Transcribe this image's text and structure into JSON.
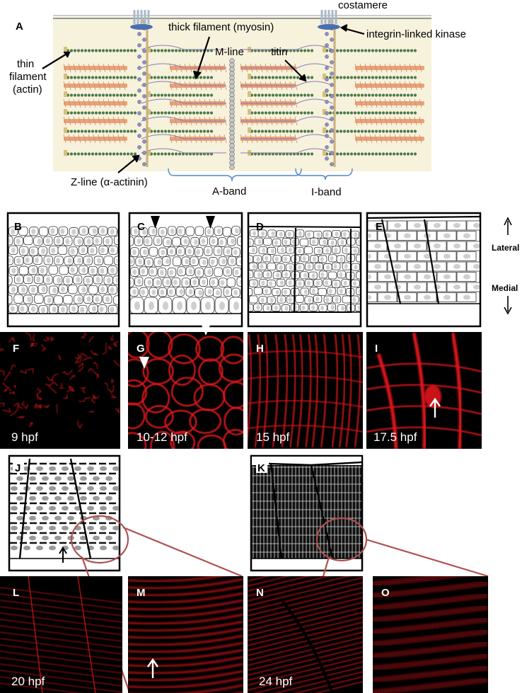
{
  "panel_a": {
    "letter": "A",
    "labels": {
      "costamere": "costamere",
      "thick_filament": "thick filament (myosin)",
      "integrin_kinase": "integrin-linked kinase",
      "m_line": "M-line",
      "titin": "titin",
      "thin_filament_1": "thin",
      "thin_filament_2": "filament",
      "thin_filament_3": "(actin)",
      "z_line": "Z-line (α-actinin)",
      "a_band": "A-band",
      "i_band": "I-band"
    }
  },
  "schematics": [
    {
      "letter": "B"
    },
    {
      "letter": "C"
    },
    {
      "letter": "D"
    },
    {
      "letter": "E"
    }
  ],
  "orientation": {
    "lateral": "Lateral",
    "medial": "Medial"
  },
  "micrographs_row1": [
    {
      "letter": "F",
      "time": "9 hpf"
    },
    {
      "letter": "G",
      "time": "10-12 hpf"
    },
    {
      "letter": "H",
      "time": "15 hpf"
    },
    {
      "letter": "I",
      "time": "17.5 hpf"
    }
  ],
  "schematics_row2": [
    {
      "letter": "J"
    },
    {
      "letter": "K"
    }
  ],
  "micrographs_row2": [
    {
      "letter": "L",
      "time": "20 hpf"
    },
    {
      "letter": "M",
      "time": ""
    },
    {
      "letter": "N",
      "time": "24 hpf"
    },
    {
      "letter": "O",
      "time": ""
    }
  ],
  "colors": {
    "panel_bg": "#f7f2dc",
    "micro_bg": "#000000",
    "micro_red": "#e0181a",
    "myosin": "#e8a37a",
    "zoom_ring": "#b05050",
    "cell_fill": "#cfcfcf"
  }
}
